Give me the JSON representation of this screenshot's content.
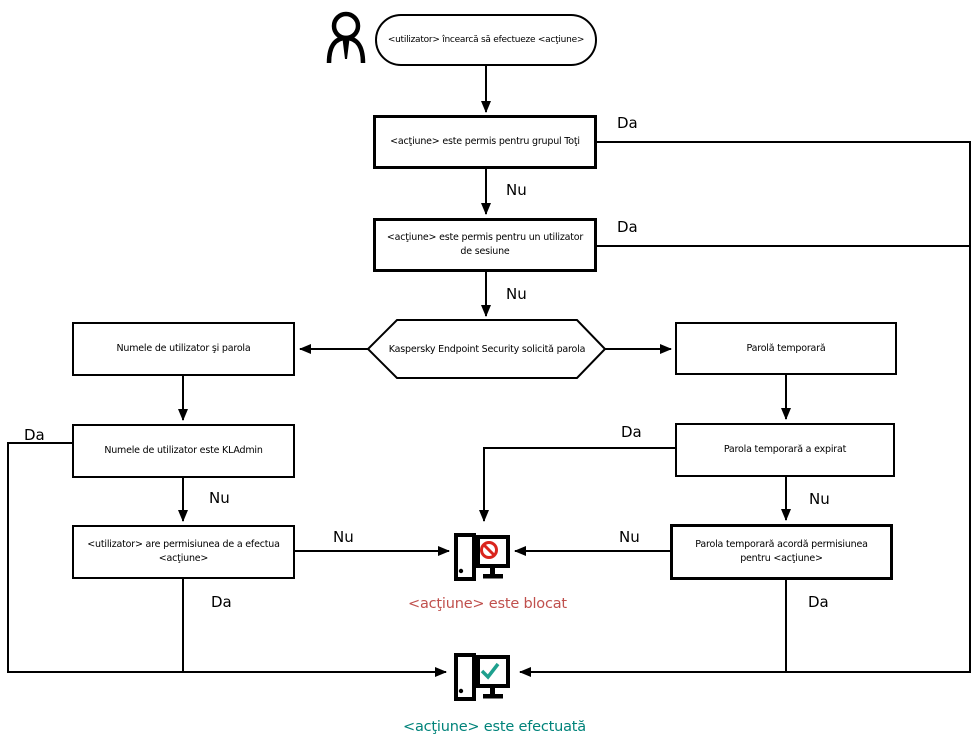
{
  "diagram": {
    "title": "Kaspersky password-protected action flowchart",
    "start": "<utilizator> încearcă să efectueze <acţiune>",
    "nodes": {
      "allowed_all": "<acţiune> este permis pentru grupul Toţi",
      "allowed_session": "<acţiune> este permis pentru un utilizator de sesiune",
      "prompt": "Kaspersky Endpoint Security solicită parola",
      "user_pass": "Numele de utilizator şi parola",
      "temp_pass": "Parolă temporară",
      "kladmin": "Numele de utilizator este KLAdmin",
      "temp_expired": "Parola temporară a expirat",
      "user_perm": "<utilizator> are permisiunea de a efectua <acţiune>",
      "temp_grants": "Parola temporară acordă permisiunea pentru <acţiune>"
    },
    "edge_labels": {
      "all_da": "Da",
      "all_nu": "Nu",
      "session_da": "Da",
      "session_nu": "Nu",
      "kladmin_da": "Da",
      "kladmin_nu": "Nu",
      "perm_nu": "Nu",
      "perm_da": "Da",
      "expired_da": "Da",
      "expired_nu": "Nu",
      "grant_nu": "Nu",
      "grant_da": "Da"
    },
    "outcomes": {
      "blocked": "<acţiune> este blocat",
      "performed": "<acţiune> este efectuată"
    },
    "icons": {
      "actor": "user-icon",
      "blocked": "blocked-computer-icon",
      "performed": "success-computer-icon"
    },
    "colors": {
      "line": "#000000",
      "blocked_text": "#c0504d",
      "performed_text": "#00837a",
      "prohibit_sign": "#da251d",
      "check_mark": "#1ea08e"
    }
  }
}
